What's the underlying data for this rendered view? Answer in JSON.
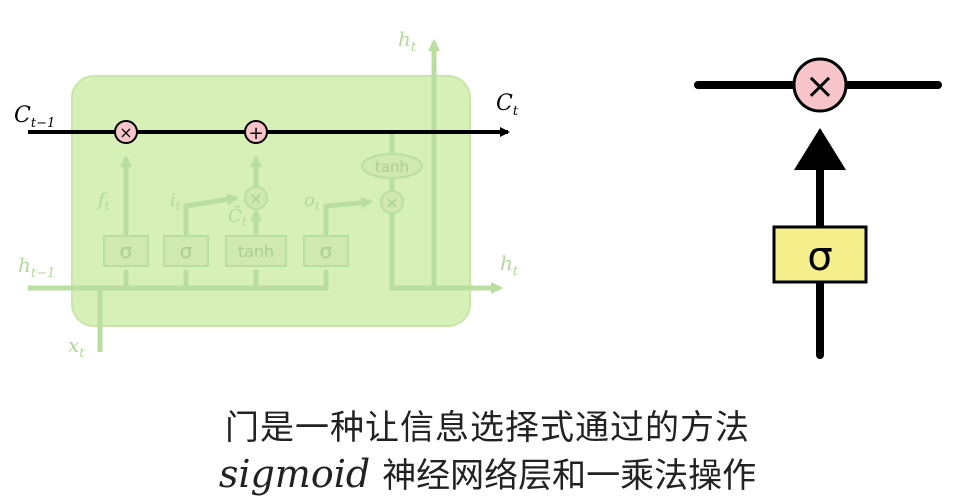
{
  "lstm": {
    "cell_prev": "C",
    "cell_prev_sub": "t−1",
    "cell_out": "C",
    "cell_out_sub": "t",
    "hidden_prev": "h",
    "hidden_prev_sub": "t−1",
    "hidden_out_right": "h",
    "hidden_out_right_sub": "t",
    "hidden_out_top": "h",
    "hidden_out_top_sub": "t",
    "input": "x",
    "input_sub": "t",
    "forget_label": "f",
    "forget_sub": "t",
    "input_gate_label": "i",
    "input_gate_sub": "t",
    "candidate_label": "C̃",
    "candidate_sub": "t",
    "output_gate_label": "o",
    "output_gate_sub": "t",
    "mult_symbol": "×",
    "add_symbol": "+",
    "sigma_symbol": "σ",
    "tanh_label": "tanh"
  },
  "gate": {
    "mult_symbol": "×",
    "sigma_symbol": "σ"
  },
  "caption": {
    "line1": "门是一种让信息选择式通过的方法",
    "line2_latin": "sigmoid",
    "line2_rest": "神经网络层和一乘法操作"
  },
  "colors": {
    "cell_bg": "#d6f0b8",
    "faded": "#b9dea0",
    "op_circle_fill": "#f7c5c9",
    "sigma_box_fill": "#f5ef8c",
    "line": "#000000"
  }
}
